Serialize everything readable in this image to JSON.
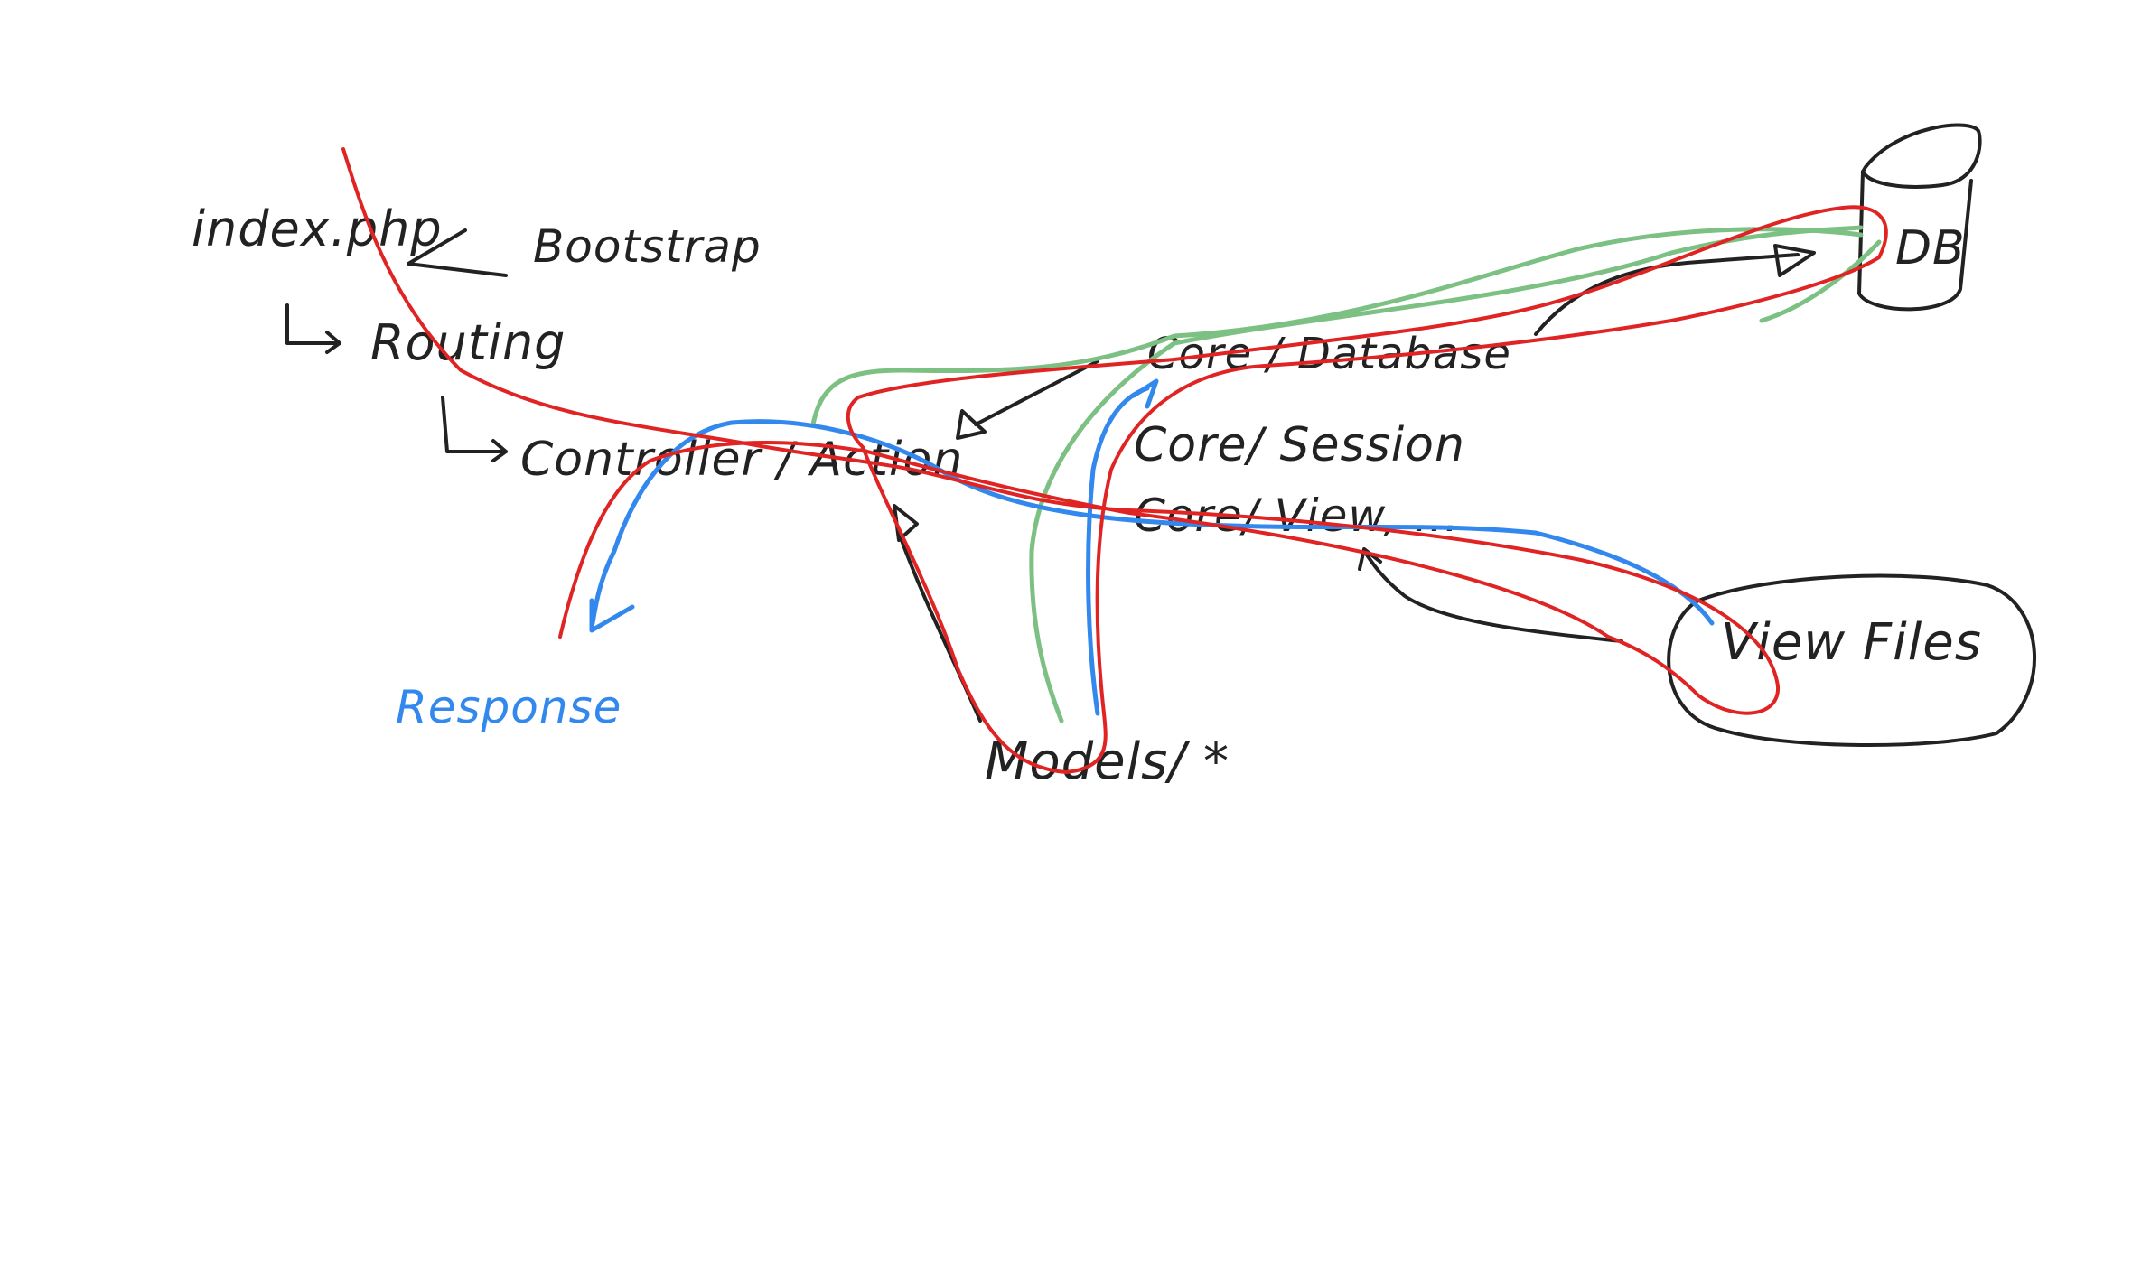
{
  "diagram": {
    "labels": {
      "index": "index.php",
      "bootstrap": "Bootstrap",
      "routing": "Routing",
      "controller": "Controller / Action",
      "core_database": "Core / Database",
      "core_session": "Core/ Session",
      "core_view": "Core/ View, ...",
      "models": "Models/ *",
      "view_files": "View Files",
      "db": "DB",
      "response": "Response"
    },
    "colors": {
      "ink": "#222222",
      "red_path": "#e02424",
      "blue_path": "#3388ee",
      "green_path": "#7cc083",
      "response_text": "#3388ee"
    }
  }
}
